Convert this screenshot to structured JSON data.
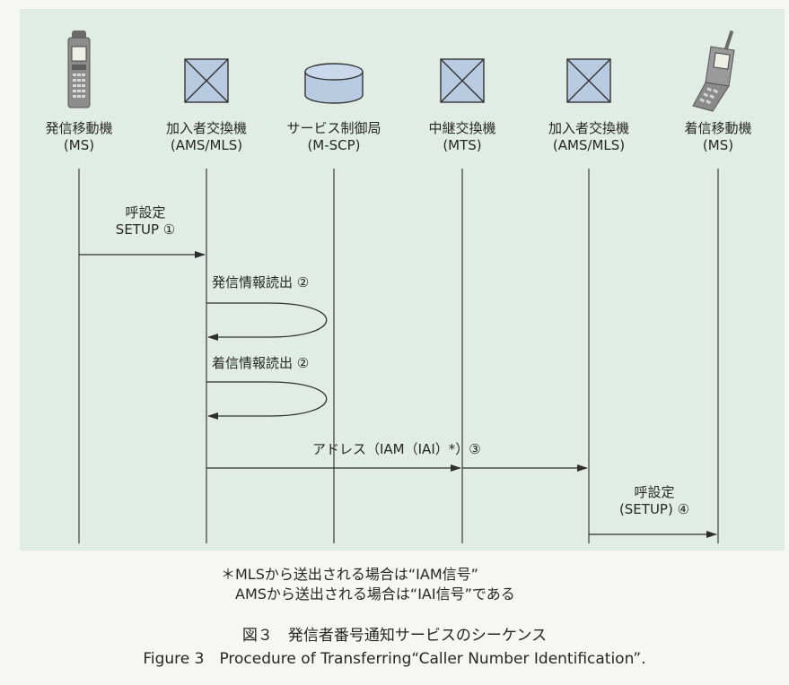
{
  "entities": [
    {
      "name": "発信移動機",
      "code": "(MS)",
      "icon": "mobile-phone-icon"
    },
    {
      "name": "加入者交換機",
      "code": "(AMS/MLS)",
      "icon": "exchange-box-icon"
    },
    {
      "name": "サービス制御局",
      "code": "(M-SCP)",
      "icon": "database-cylinder-icon"
    },
    {
      "name": "中継交換機",
      "code": "(MTS)",
      "icon": "exchange-box-icon"
    },
    {
      "name": "加入者交換機",
      "code": "(AMS/MLS)",
      "icon": "exchange-box-icon"
    },
    {
      "name": "着信移動機",
      "code": "(MS)",
      "icon": "flip-phone-icon"
    }
  ],
  "messages": [
    {
      "line1": "呼設定",
      "line2": "SETUP ①"
    },
    {
      "line1": "発信情報読出 ②"
    },
    {
      "line1": "着信情報読出 ②"
    },
    {
      "line1": "アドレス（IAM（IAI）*）③"
    },
    {
      "line1": "呼設定",
      "line2": "(SETUP) ④"
    }
  ],
  "notes": {
    "line1": "＊MLSから送出される場合は“IAM信号”",
    "line2": "AMSから送出される場合は“IAI信号”である"
  },
  "caption": {
    "jp": "図３　発信者番号通知サービスのシーケンス",
    "en": "Figure 3　Procedure of Transferring“Caller Number Identification”."
  },
  "colors": {
    "panel": "#e1ede4",
    "box_fill": "#b9cbe0",
    "line": "#3a3a3a"
  }
}
